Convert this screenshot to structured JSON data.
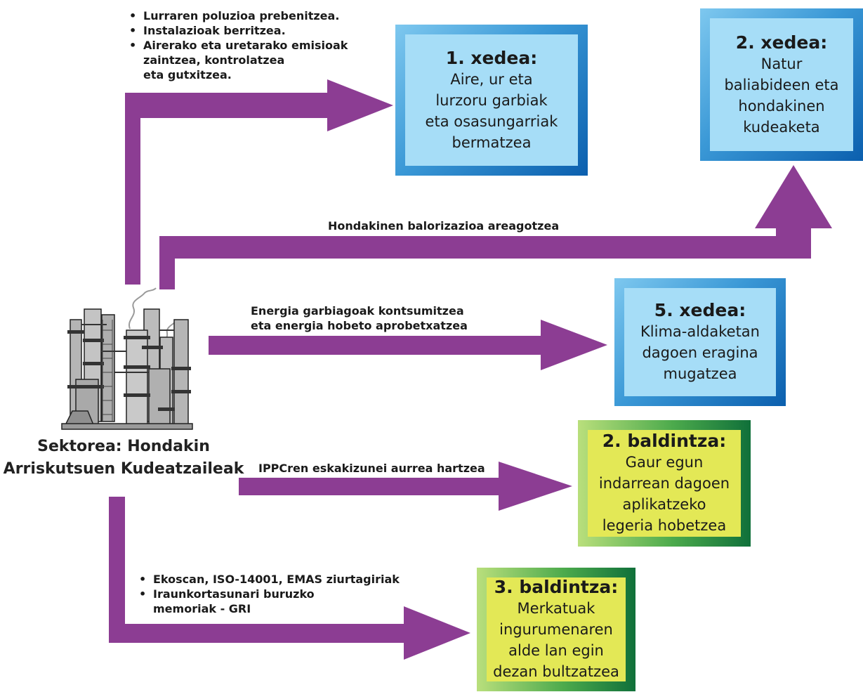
{
  "colors": {
    "arrow": "#8c3d93",
    "goal_box_fill": "#a6ddf7",
    "goal_box_border": "#0b5fae",
    "condition_box_fill": "#e3e856",
    "condition_box_border": "#10703a"
  },
  "sector": {
    "title": "Sektorea: Hondakin\nArriskutsuen Kudeatzaileak",
    "icon": "industrial-plant-icon"
  },
  "goals": [
    {
      "title": "1. xedea:",
      "body": "Aire, ur eta\nlurzoru garbiak\neta osasungarriak\nbermatzea"
    },
    {
      "title": "2. xedea:",
      "body": "Natur\nbaliabideen eta\nhondakinen\nkudeaketa"
    },
    {
      "title": "5. xedea:",
      "body": "Klima-aldaketan\ndagoen eragina\nmugatzea"
    }
  ],
  "conditions": [
    {
      "title": "2. baldintza:",
      "body": "Gaur egun\nindarrean dagoen\naplikatzeko\nlegeria hobetzea"
    },
    {
      "title": "3. baldintza:",
      "body": "Merkatuak\ningurumenaren\nalde lan egin\ndezan bultzatzea"
    }
  ],
  "arrows": {
    "a1_bullets": [
      "Lurraren poluzioa prebenitzea.",
      "Instalazioak berritzea.",
      "Airerako eta uretarako emisioak\nzaintzea, kontrolatzea\neta gutxitzea."
    ],
    "a2_label": "Hondakinen balorizazioa areagotzea",
    "a3_label": "Energia garbiagoak kontsumitzea\neta energia hobeto aprobetxatzea",
    "a4_label": "IPPCren eskakizunei aurrea hartzea",
    "a5_bullets": [
      "Ekoscan, ISO-14001, EMAS ziurtagiriak",
      "Iraunkortasunari buruzko\nmemoriak - GRI"
    ]
  }
}
